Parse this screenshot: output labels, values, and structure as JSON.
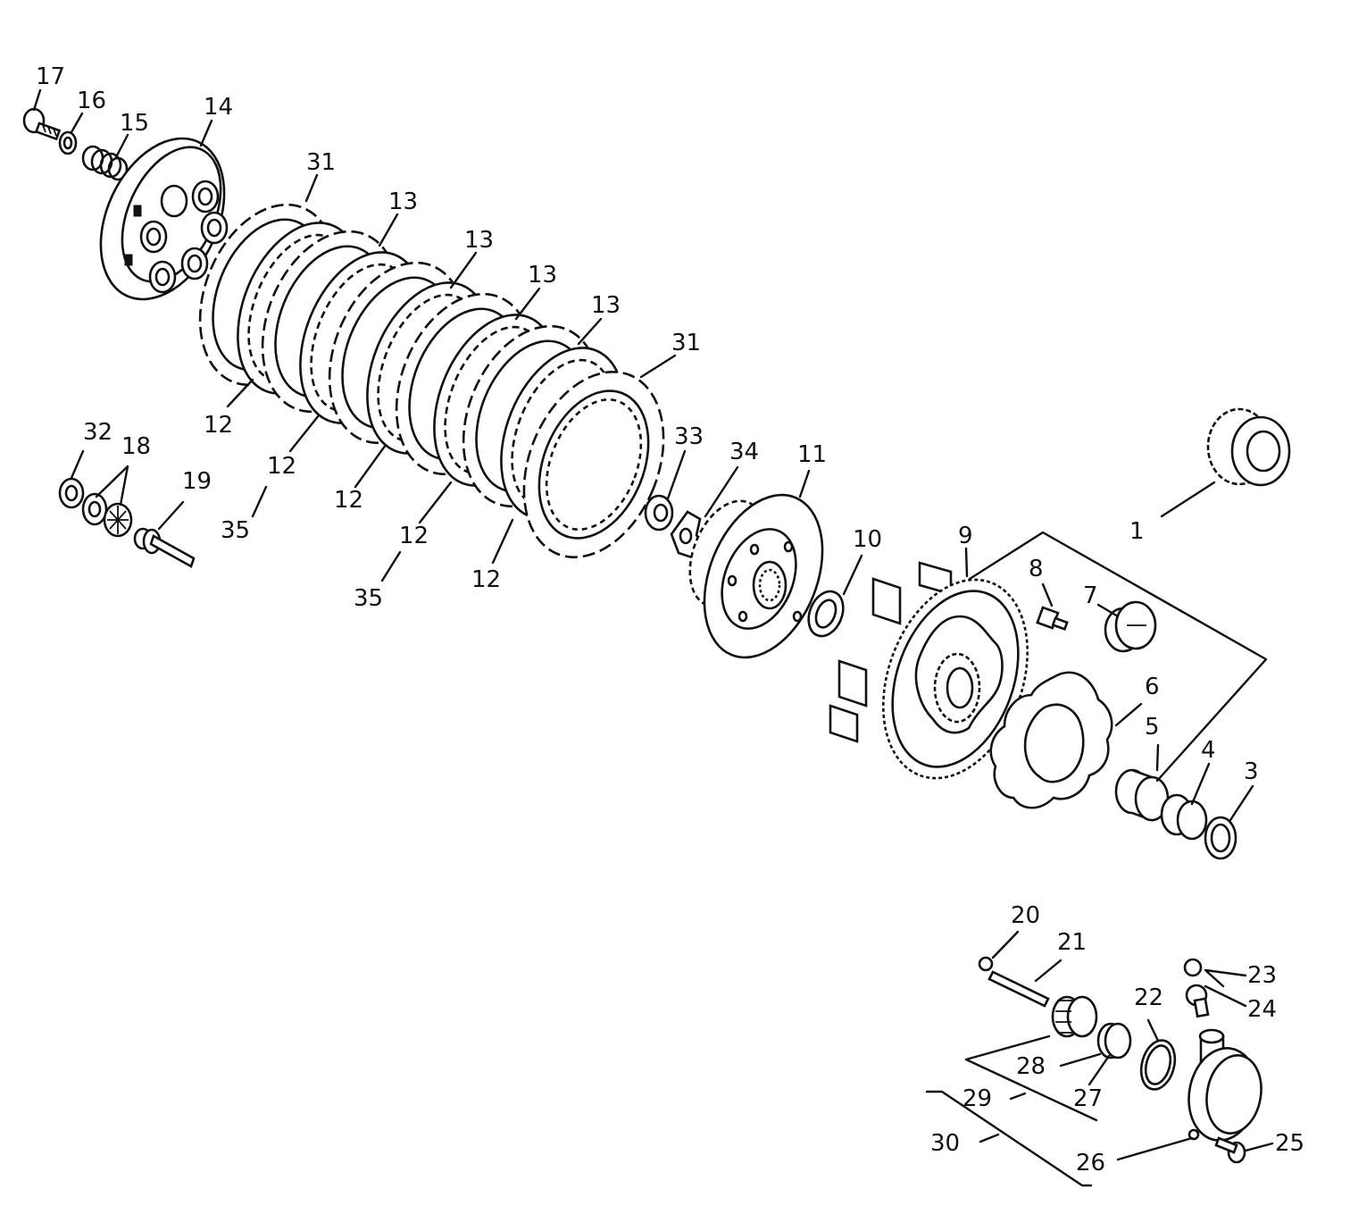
{
  "labels": {
    "l1": "1",
    "l3": "3",
    "l4": "4",
    "l5": "5",
    "l6": "6",
    "l7": "7",
    "l8": "8",
    "l9": "9",
    "l10": "10",
    "l11": "11",
    "l12a": "12",
    "l12b": "12",
    "l12c": "12",
    "l12d": "12",
    "l12e": "12",
    "l13a": "13",
    "l13b": "13",
    "l13c": "13",
    "l13d": "13",
    "l14": "14",
    "l15": "15",
    "l16": "16",
    "l17": "17",
    "l18": "18",
    "l19": "19",
    "l20": "20",
    "l21": "21",
    "l22": "22",
    "l23": "23",
    "l24": "24",
    "l25": "25",
    "l26": "26",
    "l27": "27",
    "l28": "28",
    "l29": "29",
    "l30": "30",
    "l31a": "31",
    "l31b": "31",
    "l32": "32",
    "l33": "33",
    "l34": "34",
    "l35a": "35",
    "l35b": "35"
  }
}
